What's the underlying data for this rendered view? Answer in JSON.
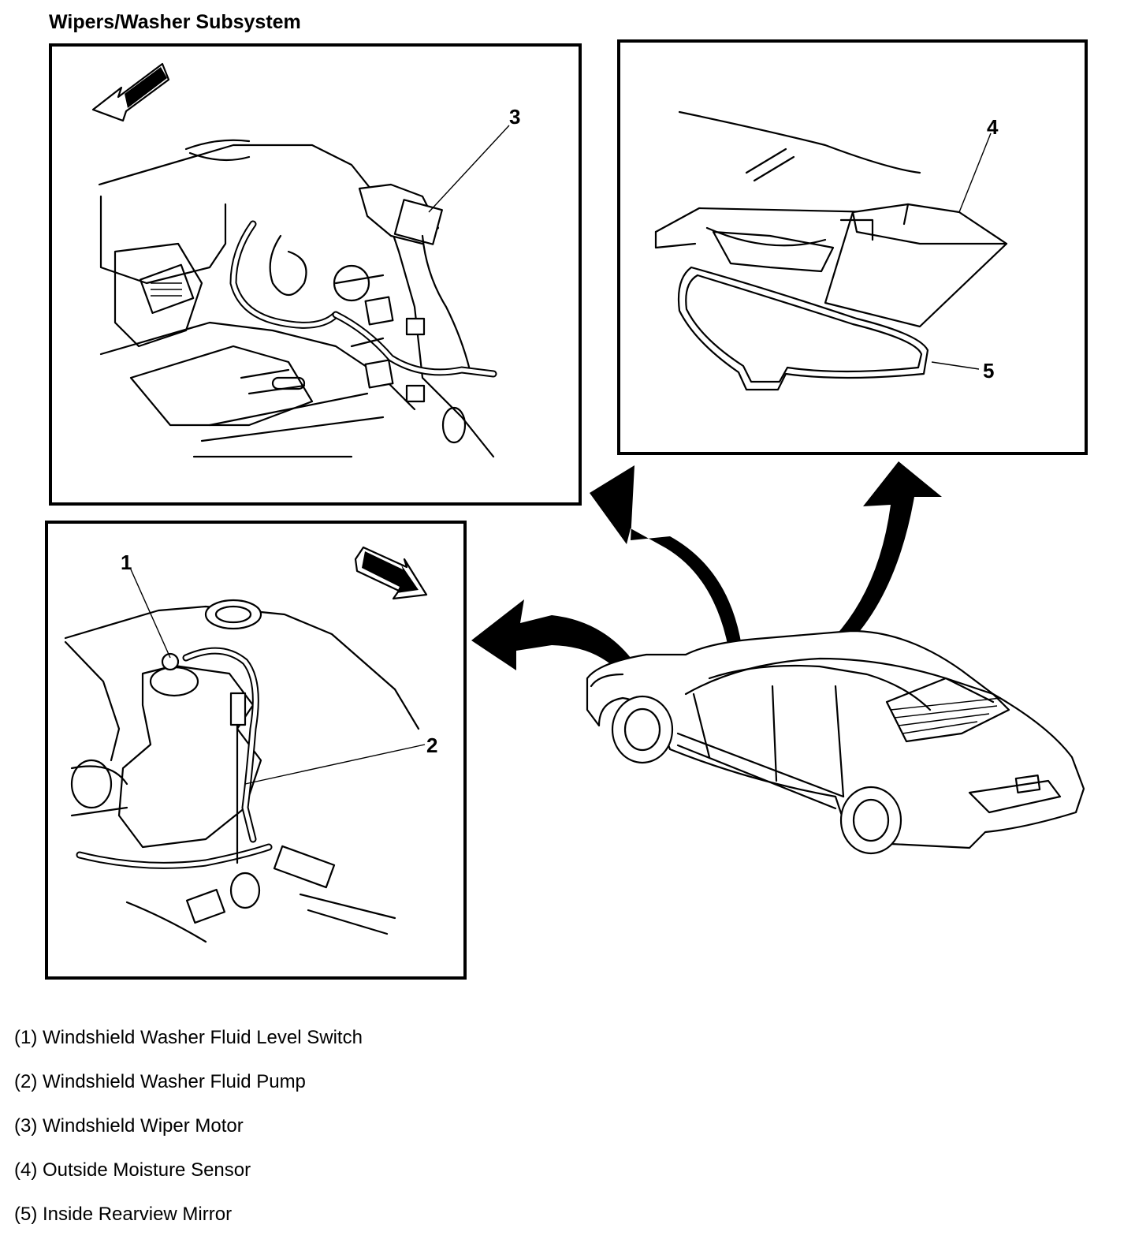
{
  "title": "Wipers/Washer Subsystem",
  "callouts": {
    "c1": "1",
    "c2": "2",
    "c3": "3",
    "c4": "4",
    "c5": "5"
  },
  "legend": [
    "(1) Windshield Washer Fluid Level Switch",
    "(2) Windshield Washer Fluid Pump",
    "(3) Windshield Wiper Motor",
    "(4) Outside Moisture Sensor",
    "(5) Inside Rearview Mirror"
  ]
}
